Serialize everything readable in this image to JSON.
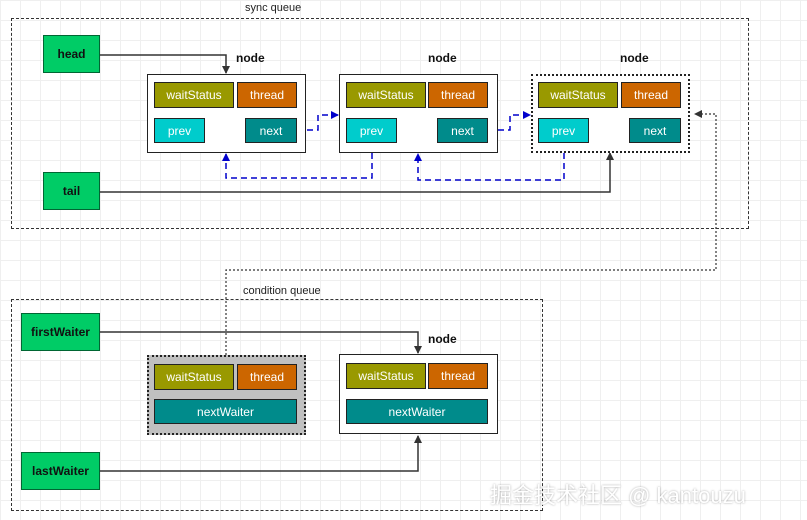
{
  "sync_queue": {
    "label": "sync queue",
    "head_label": "head",
    "tail_label": "tail",
    "nodes": [
      {
        "title": "node",
        "wait_status": "waitStatus",
        "thread": "thread",
        "prev": "prev",
        "next": "next"
      },
      {
        "title": "node",
        "wait_status": "waitStatus",
        "thread": "thread",
        "prev": "prev",
        "next": "next"
      },
      {
        "title": "node",
        "wait_status": "waitStatus",
        "thread": "thread",
        "prev": "prev",
        "next": "next"
      }
    ]
  },
  "condition_queue": {
    "label": "condition queue",
    "first_waiter_label": "firstWaiter",
    "last_waiter_label": "lastWaiter",
    "nodes": [
      {
        "title": "",
        "wait_status": "waitStatus",
        "thread": "thread",
        "next_waiter": "nextWaiter"
      },
      {
        "title": "node",
        "wait_status": "waitStatus",
        "thread": "thread",
        "next_waiter": "nextWaiter"
      }
    ]
  },
  "watermark": "掘金技术社区 @ kantouzu",
  "colors": {
    "pointer": "#00cc66",
    "wait_status": "#999900",
    "thread": "#cc6600",
    "prev": "#00cccc",
    "next": "#008b8b",
    "link_arrow": "#0000cc"
  }
}
